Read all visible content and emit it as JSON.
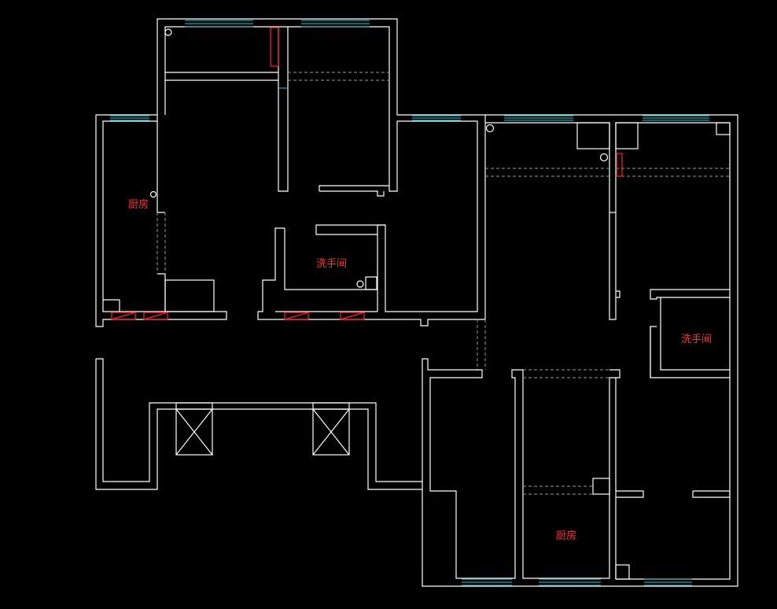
{
  "labels": {
    "kitchen_left": "厨房",
    "bath_left": "洗手间",
    "bath_right": "洗手间",
    "kitchen_right": "厨房"
  },
  "colors": {
    "background": "#000000",
    "wall": "#ffffff",
    "window": "#23c7cf",
    "annotation": "#ff2222"
  }
}
